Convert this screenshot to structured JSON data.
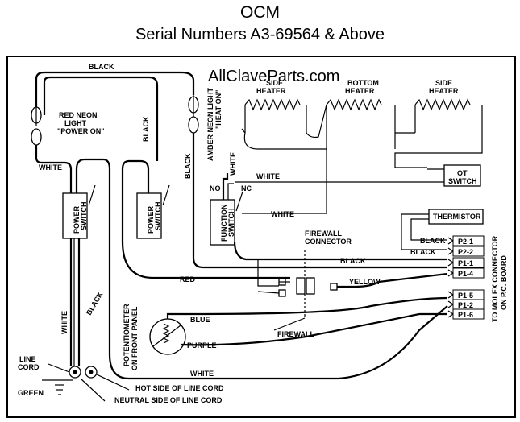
{
  "title": "OCM",
  "subtitle": "Serial Numbers A3-69564 & Above",
  "watermark": "AllClaveParts.com",
  "labels": {
    "black_top": "BLACK",
    "red_neon_1": "RED NEON",
    "red_neon_2": "LIGHT",
    "red_neon_3": "\"POWER ON\"",
    "black_vert1": "BLACK",
    "amber_1": "AMBER NEON LIGHT",
    "amber_2": "\"HEAT ON\"",
    "side_heater_left_1": "SIDE",
    "side_heater_left_2": "HEATER",
    "bottom_heater_1": "BOTTOM",
    "bottom_heater_2": "HEATER",
    "side_heater_right_1": "SIDE",
    "side_heater_right_2": "HEATER",
    "white_left": "WHITE",
    "black_vert2": "BLACK",
    "white_vert": "WHITE",
    "white_mid": "WHITE",
    "ot_switch_1": "OT",
    "ot_switch_2": "SWITCH",
    "no": "NO",
    "nc": "NC",
    "white_func": "WHITE",
    "thermistor": "THERMISTOR",
    "power_switch_1": "POWER",
    "power_switch_2": "SWITCH",
    "power_switch2_1": "POWER",
    "power_switch2_2": "SWITCH",
    "function_switch_1": "FUNCTION",
    "function_switch_2": "SWITCH",
    "firewall_connector_1": "FIREWALL",
    "firewall_connector_2": "CONNECTOR",
    "black_p2_1": "BLACK",
    "black_p2_2": "BLACK",
    "black_p1_1": "BLACK",
    "red": "RED",
    "yellow": "YELLOW",
    "white_low_vert": "WHITE",
    "black_low_vert": "BLACK",
    "blue": "BLUE",
    "purple": "PURPLE",
    "pot_1": "POTENTIOMETER",
    "pot_2": "ON FRONT PANEL",
    "firewall": "FIREWALL",
    "white_bottom": "WHITE",
    "line_cord_1": "LINE",
    "line_cord_2": "CORD",
    "green": "GREEN",
    "hot_side": "HOT SIDE OF LINE CORD",
    "neutral_side": "NEUTRAL SIDE OF LINE CORD",
    "molex_1": "TO MOLEX CONNECTOR",
    "molex_2": "ON P.C. BOARD"
  },
  "pins": [
    "P2-1",
    "P2-2",
    "P1-1",
    "P1-4",
    "P1-5",
    "P1-2",
    "P1-6"
  ]
}
